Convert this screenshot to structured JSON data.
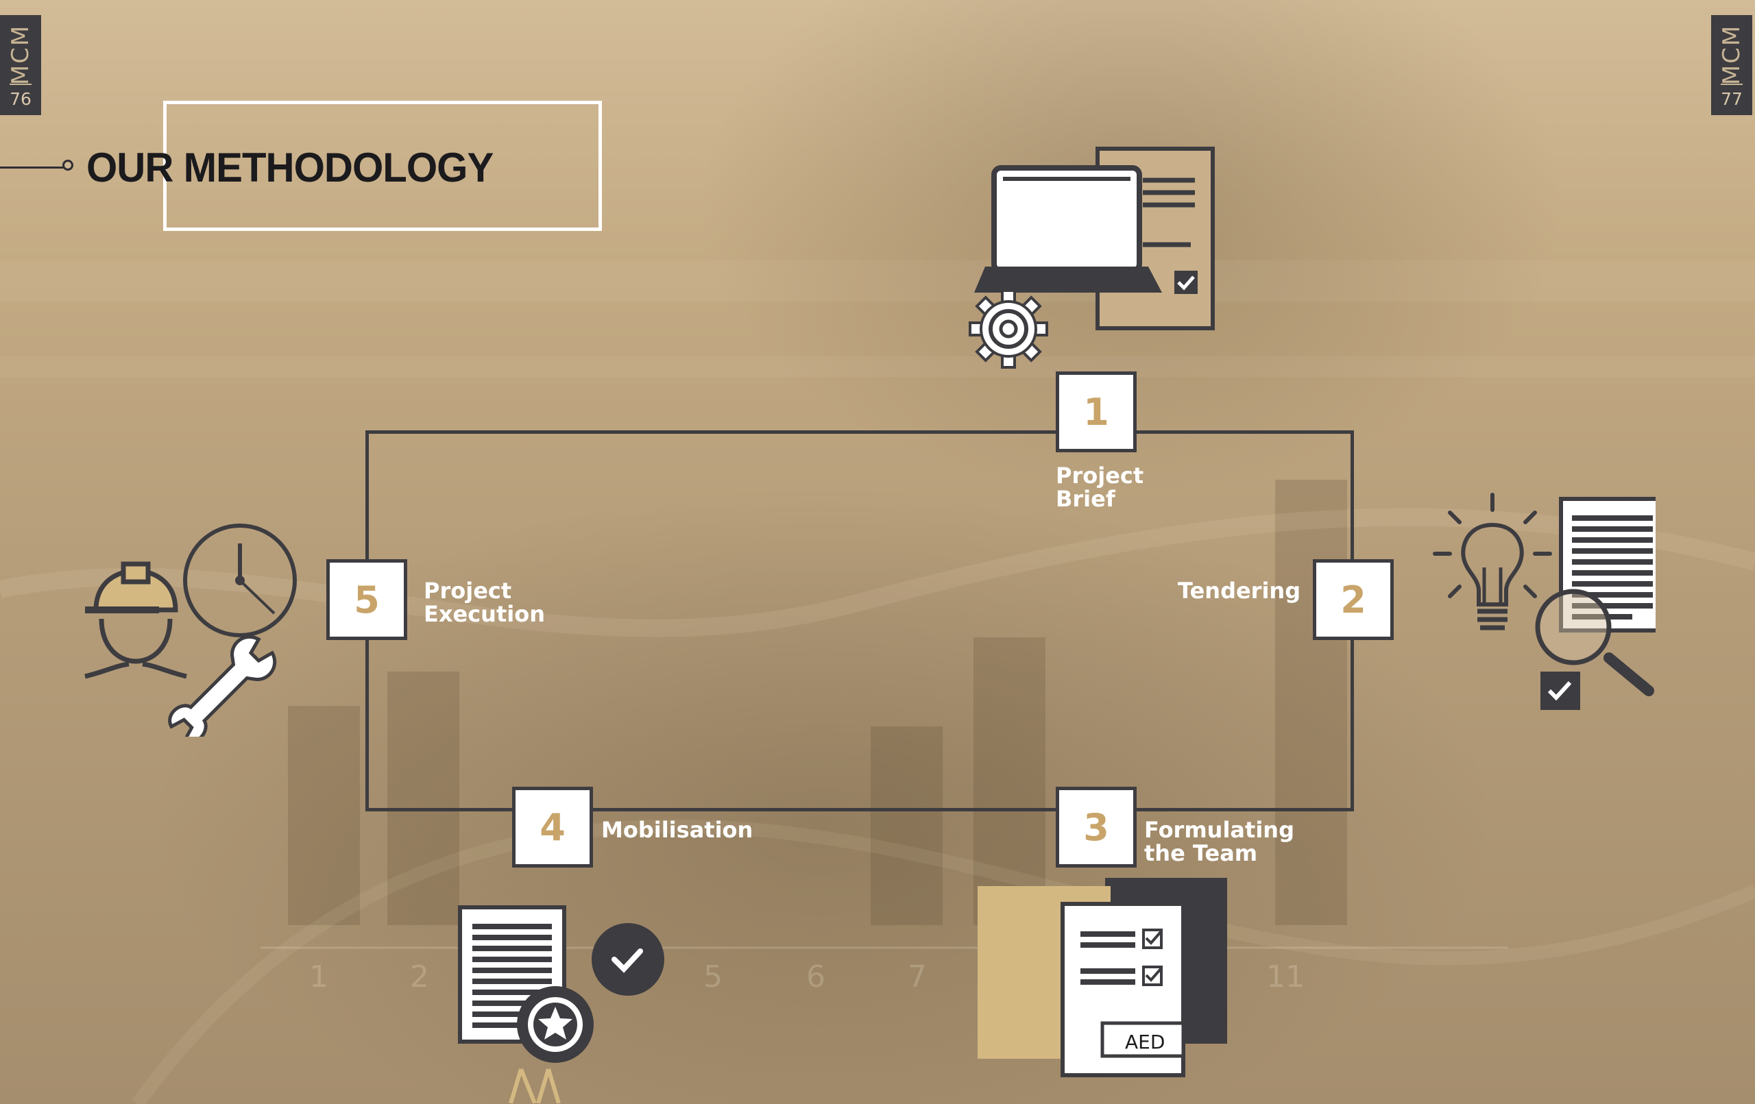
{
  "page_tabs": {
    "left": {
      "brand": "MCM",
      "number": "76"
    },
    "right": {
      "brand": "MCM",
      "number": "77"
    }
  },
  "header": {
    "title": "OUR METHODOLOGY"
  },
  "steps": [
    {
      "number": "1",
      "label_line1": "Project",
      "label_line2": "Brief"
    },
    {
      "number": "2",
      "label_line1": "Tendering",
      "label_line2": ""
    },
    {
      "number": "3",
      "label_line1": "Formulating",
      "label_line2": "the Team"
    },
    {
      "number": "4",
      "label_line1": "Mobilisation",
      "label_line2": ""
    },
    {
      "number": "5",
      "label_line1": "Project",
      "label_line2": "Execution"
    }
  ],
  "icons": {
    "step1": "laptop-with-document-and-gear-icon",
    "step2": "lightbulb-document-magnifier-icon",
    "step3": "documents-with-checklist-aed-icon",
    "step4": "certificate-award-check-icon",
    "step5": "worker-clock-wrench-icon"
  },
  "icon_text": {
    "currency": "AED"
  },
  "background_chart_labels": [
    "1",
    "2",
    "5",
    "6",
    "7",
    "11"
  ],
  "colors": {
    "dark": "#3d3c40",
    "gold": "#c9a46a",
    "sand": "#d4b882",
    "white": "#ffffff"
  }
}
